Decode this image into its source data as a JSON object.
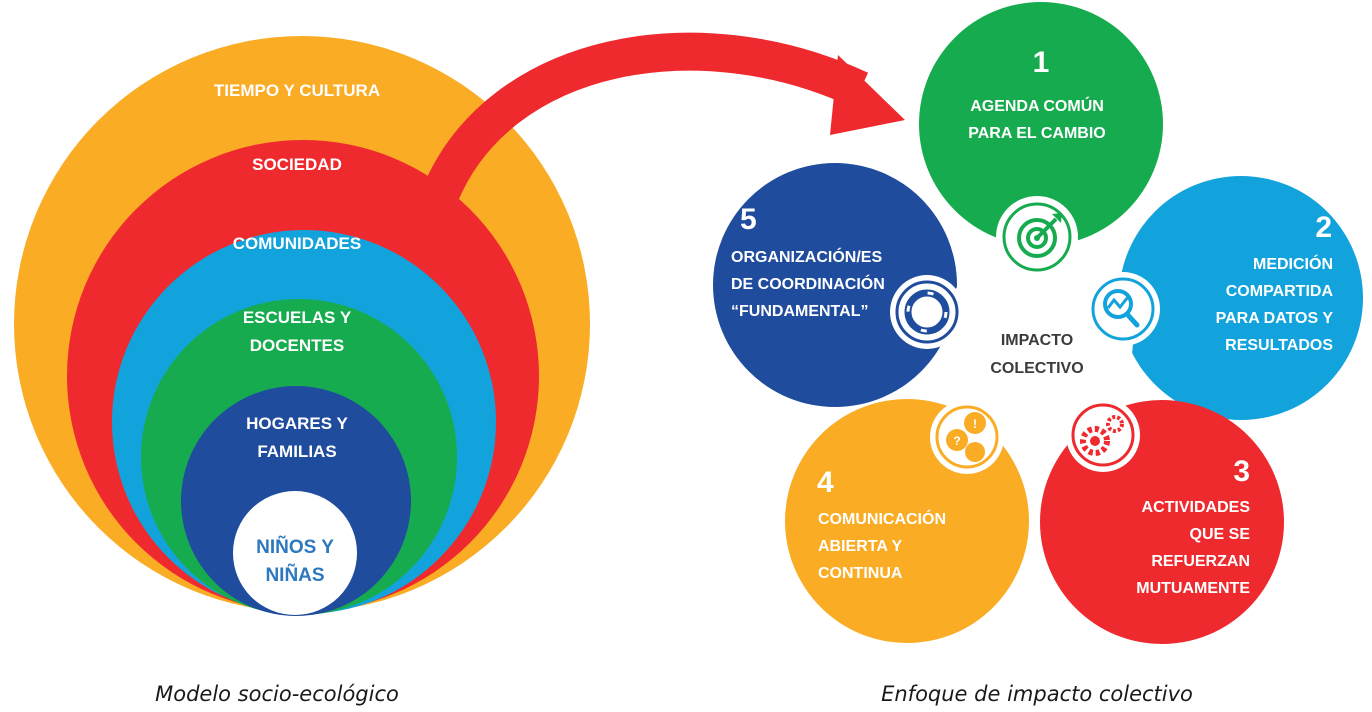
{
  "socio_ecological": {
    "caption": "Modelo socio-ecológico",
    "rings": [
      {
        "lines": [
          "TIEMPO Y CULTURA"
        ],
        "color": "#F9AC24"
      },
      {
        "lines": [
          "SOCIEDAD"
        ],
        "color": "#EE2A2E"
      },
      {
        "lines": [
          "COMUNIDADES"
        ],
        "color": "#12A3DD"
      },
      {
        "lines": [
          "ESCUELAS Y",
          "DOCENTES"
        ],
        "color": "#17AB4F"
      },
      {
        "lines": [
          "HOGARES Y",
          "FAMILIAS"
        ],
        "color": "#1F4C9D"
      },
      {
        "lines": [
          "NIÑOS Y",
          "NIÑAS"
        ],
        "color": "#FFFFFF",
        "text_color": "#2D78BF"
      }
    ],
    "arrow_color": "#EE2A2E"
  },
  "collective_impact": {
    "caption": "Enfoque de impacto colectivo",
    "center": [
      "IMPACTO",
      "COLECTIVO"
    ],
    "petals": [
      {
        "number": "1",
        "lines": [
          "AGENDA COMÚN",
          "PARA EL CAMBIO"
        ],
        "color": "#17AB4F",
        "icon": "target-icon"
      },
      {
        "number": "2",
        "lines": [
          "MEDICIÓN",
          "COMPARTIDA",
          "PARA DATOS Y",
          "RESULTADOS"
        ],
        "color": "#12A3DD",
        "icon": "chart-magnifier-icon"
      },
      {
        "number": "3",
        "lines": [
          "ACTIVIDADES",
          "QUE SE",
          "REFUERZAN",
          "MUTUAMENTE"
        ],
        "color": "#EE2A2E",
        "icon": "gears-icon"
      },
      {
        "number": "4",
        "lines": [
          "COMUNICACIÓN",
          "ABIERTA Y",
          "CONTINUA"
        ],
        "color": "#F9AC24",
        "icon": "speech-bubbles-icon"
      },
      {
        "number": "5",
        "lines": [
          "ORGANIZACIÓN/ES",
          "DE COORDINACIÓN",
          "“FUNDAMENTAL”"
        ],
        "color": "#1F4C9D",
        "icon": "lifebuoy-icon"
      }
    ]
  }
}
